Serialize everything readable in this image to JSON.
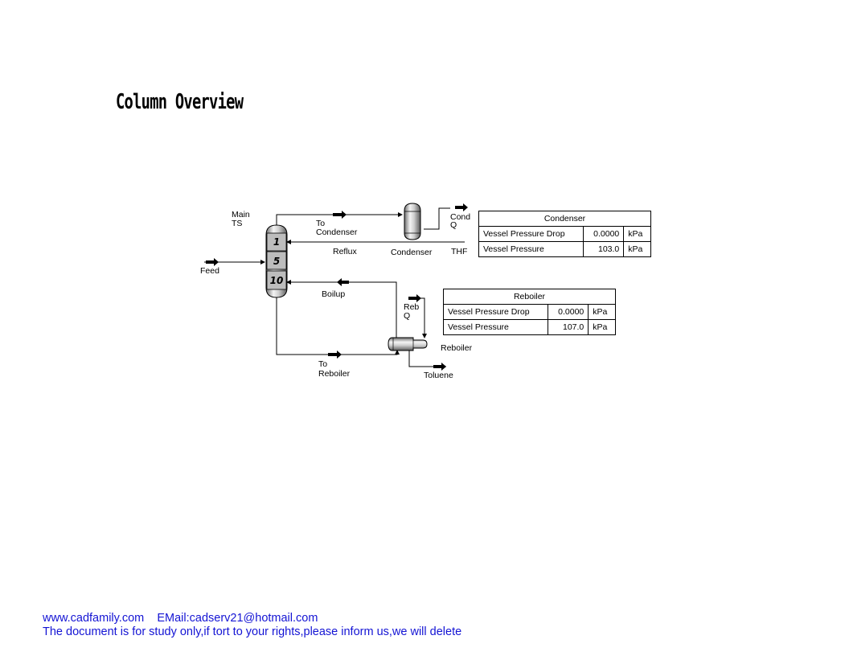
{
  "page": {
    "title": "Column Overview"
  },
  "diagram": {
    "labels": {
      "main_ts": [
        "Main",
        "TS"
      ],
      "feed": "Feed",
      "to_condenser": [
        "To",
        "Condenser"
      ],
      "reflux": "Reflux",
      "condenser": "Condenser",
      "cond_q": [
        "Cond",
        "Q"
      ],
      "thf": "THF",
      "boilup": "Boilup",
      "reb_q": [
        "Reb",
        "Q"
      ],
      "reboiler": "Reboiler",
      "to_reboiler": [
        "To",
        "Reboiler"
      ],
      "toluene": "Toluene"
    },
    "trays": [
      "1",
      "5",
      "10"
    ]
  },
  "condenser_table": {
    "title": "Condenser",
    "rows": [
      {
        "param": "Vessel Pressure Drop",
        "value": "0.0000",
        "unit": "kPa"
      },
      {
        "param": "Vessel Pressure",
        "value": "103.0",
        "unit": "kPa"
      }
    ]
  },
  "reboiler_table": {
    "title": "Reboiler",
    "rows": [
      {
        "param": "Vessel Pressure Drop",
        "value": "0.0000",
        "unit": "kPa"
      },
      {
        "param": "Vessel Pressure",
        "value": "107.0",
        "unit": "kPa"
      }
    ]
  },
  "footer": {
    "line1": "www.cadfamily.com    EMail:cadserv21@hotmail.com",
    "line2": "The document is for study only,if tort to your rights,please inform us,we will delete"
  }
}
